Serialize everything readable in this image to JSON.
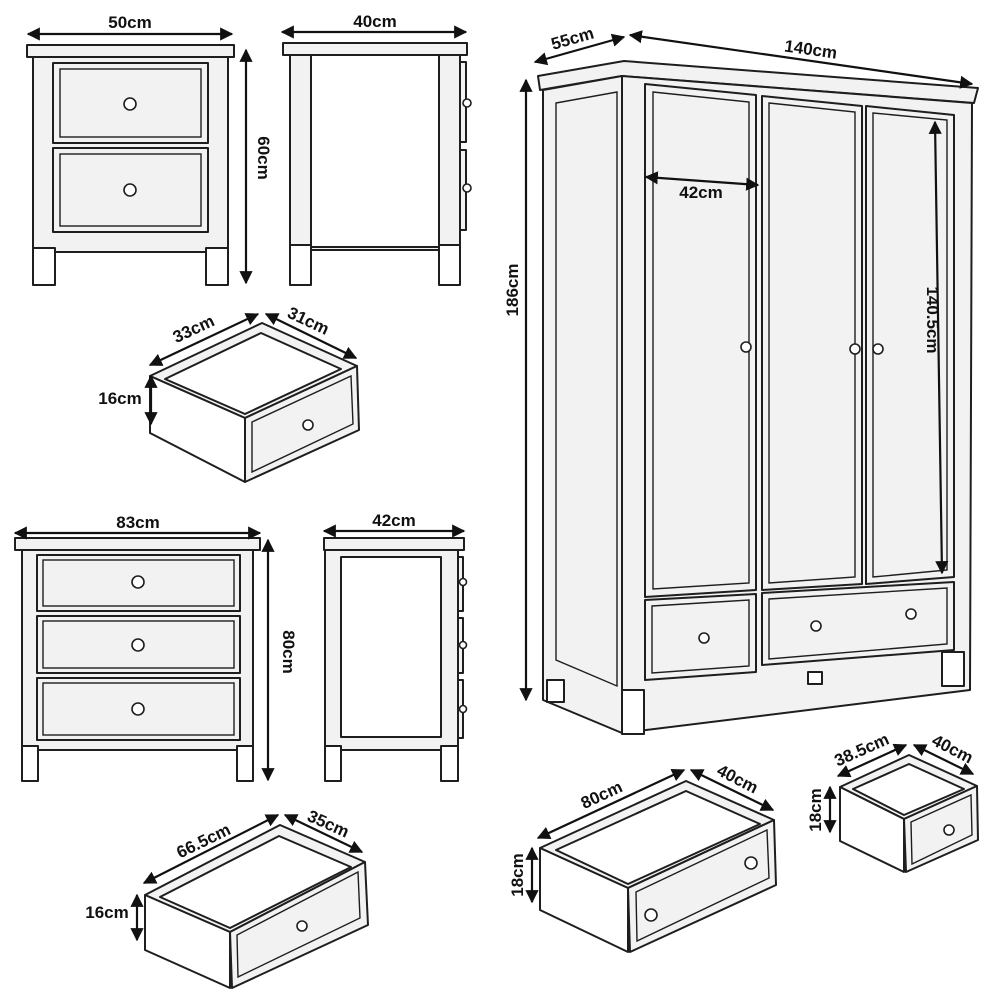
{
  "bedside_table": {
    "width": "50cm",
    "depth": "40cm",
    "height": "60cm",
    "drawer_width": "33cm",
    "drawer_depth": "31cm",
    "drawer_height": "16cm"
  },
  "chest_of_drawers": {
    "width": "83cm",
    "depth": "42cm",
    "height": "80cm",
    "drawer_width": "66.5cm",
    "drawer_depth": "35cm",
    "drawer_height": "16cm"
  },
  "wardrobe": {
    "depth": "55cm",
    "width": "140cm",
    "height": "186cm",
    "door_width": "42cm",
    "door_height": "140.5cm"
  },
  "wardrobe_large_drawer": {
    "width": "80cm",
    "depth": "40cm",
    "height": "18cm"
  },
  "wardrobe_small_drawer": {
    "width": "38.5cm",
    "depth": "40cm",
    "height": "18cm"
  }
}
